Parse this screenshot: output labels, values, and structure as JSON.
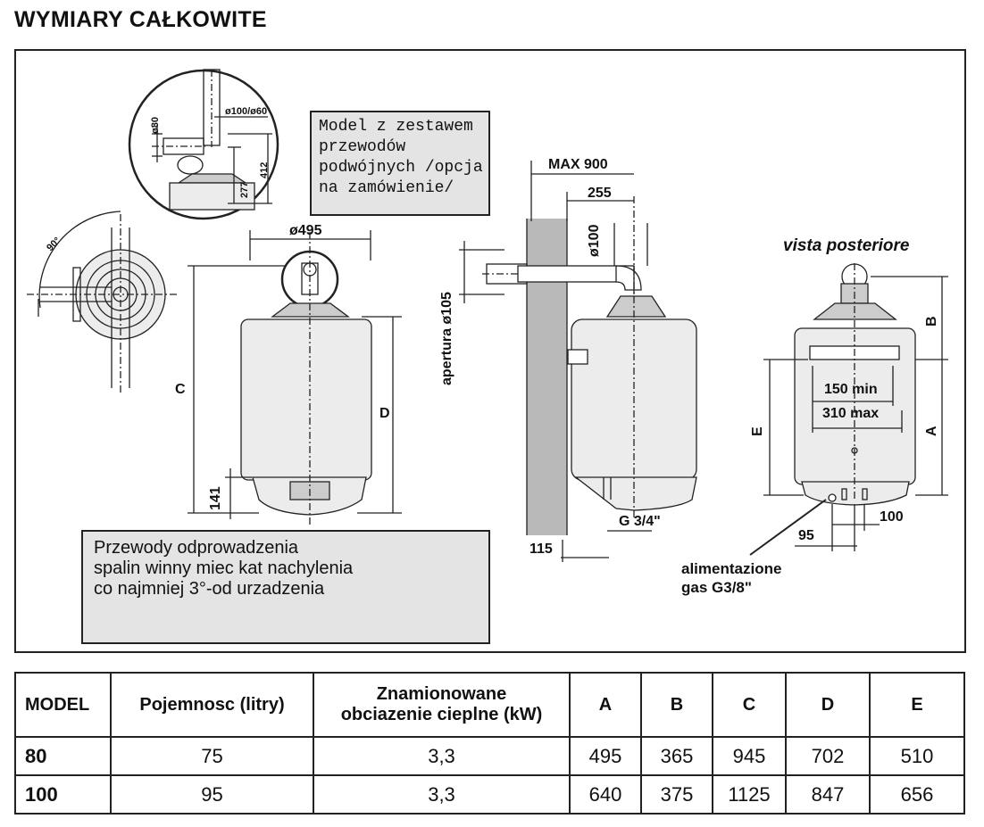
{
  "title": "WYMIARY CAŁKOWITE",
  "notes": {
    "coaxial": [
      "Model z zestawem",
      "przewodów",
      "podwójnych /opcja",
      "na zamówienie/"
    ],
    "flue": [
      "Przewody odprowadzenia",
      "spalin winny miec kat nachylenia",
      "co najmniej 3°-od urzadzenia"
    ]
  },
  "labels": {
    "angle": "90°",
    "d80": "ø80",
    "d100_60": "ø100/ø60",
    "d277": "277",
    "d412": "412",
    "d495": "ø495",
    "C": "C",
    "D": "D",
    "d141": "141",
    "max900": "MAX 900",
    "d255": "255",
    "d100": "ø100",
    "apertura": "apertura ø105",
    "g34": "G 3/4\"",
    "d115": "115",
    "vista": "vista posteriore",
    "B": "B",
    "A": "A",
    "E": "E",
    "min150": "150 min",
    "max310": "310 max",
    "d95": "95",
    "d100b": "100",
    "gas1": "alimentazione",
    "gas2": "gas G3/8\""
  },
  "table": {
    "headers": [
      "MODEL",
      "Pojemnosc (litry)",
      "Znamionowane obciazenie cieplne (kW)",
      "A",
      "B",
      "C",
      "D",
      "E"
    ],
    "header_znam": [
      "Znamionowane",
      "obciazenie cieplne (kW)"
    ],
    "rows": [
      [
        "80",
        "75",
        "3,3",
        "495",
        "365",
        "945",
        "702",
        "510"
      ],
      [
        "100",
        "95",
        "3,3",
        "640",
        "375",
        "1125",
        "847",
        "656"
      ]
    ]
  }
}
